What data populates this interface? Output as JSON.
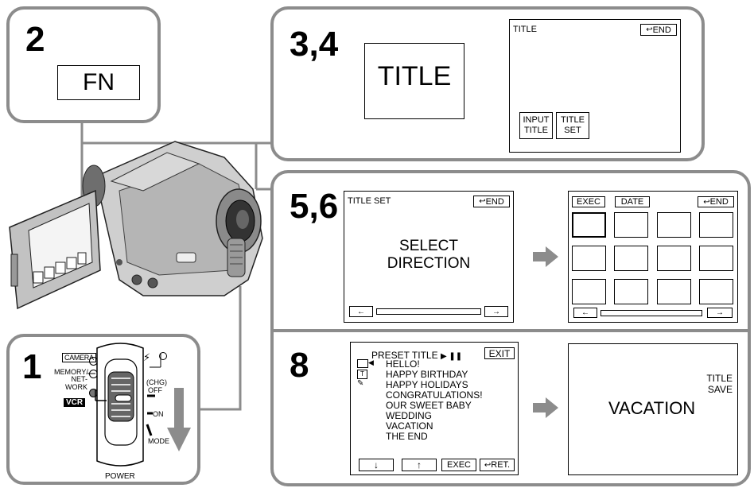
{
  "step2": {
    "number": "2",
    "button": "FN"
  },
  "step34": {
    "number": "3,4",
    "button": "TITLE",
    "screen_title": "TITLE",
    "screen_end": "END",
    "input_title": "INPUT\nTITLE",
    "title_set": "TITLE\nSET"
  },
  "step56": {
    "number": "5,6",
    "screen1_title": "TITLE SET",
    "screen1_end": "END",
    "screen1_message": "SELECT\nDIRECTION",
    "screen2_exec": "EXEC",
    "screen2_date": "DATE",
    "screen2_end": "END"
  },
  "step8": {
    "number": "8",
    "list_header": "PRESET TITLE",
    "exit": "EXIT",
    "items": [
      "HELLO!",
      "HAPPY BIRTHDAY",
      "HAPPY HOLIDAYS",
      "CONGRATULATIONS!",
      "OUR SWEET BABY",
      "WEDDING",
      "VACATION",
      "THE END"
    ],
    "btn_exec": "EXEC",
    "btn_ret": "RET.",
    "result_text": "VACATION",
    "title_save": "TITLE\nSAVE"
  },
  "step1": {
    "number": "1",
    "camera": "CAMERA",
    "memory": "MEMORY/\nNET-\nWORK",
    "vcr": "VCR",
    "chg": "(CHG)",
    "off": "OFF",
    "on": "ON",
    "mode": "MODE",
    "power": "POWER"
  }
}
